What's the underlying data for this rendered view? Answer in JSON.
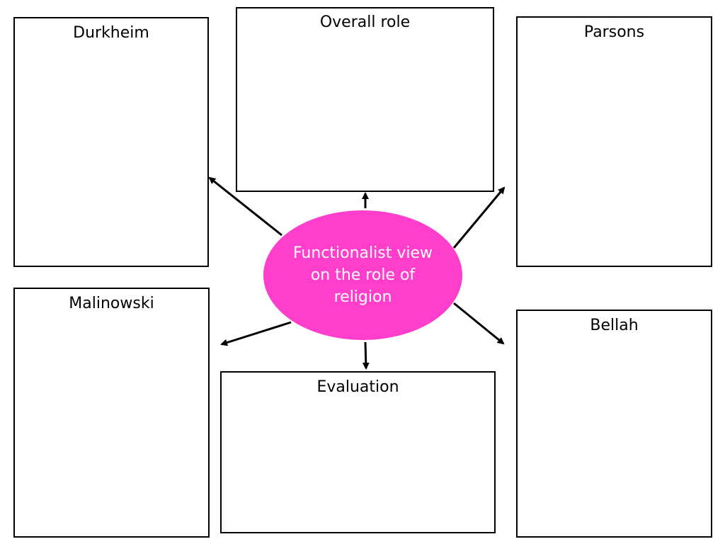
{
  "colors": {
    "center_fill": "#ff3fcc",
    "border": "#000000",
    "center_text": "#ffffff"
  },
  "center": {
    "text": "Functionalist view on the role of religion"
  },
  "boxes": {
    "durkheim": "Durkheim",
    "overall_role": "Overall role",
    "parsons": "Parsons",
    "malinowski": "Malinowski",
    "evaluation": "Evaluation",
    "bellah": "Bellah"
  }
}
